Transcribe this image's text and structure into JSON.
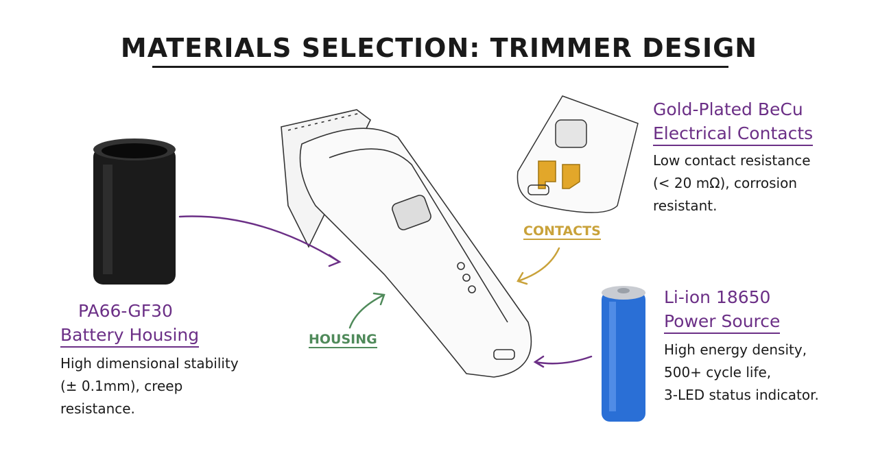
{
  "title": "MATERIALS SELECTION: TRIMMER DESIGN",
  "callouts": {
    "housing": {
      "heading_line1": "PA66-GF30",
      "heading_line2": "Battery Housing",
      "description": [
        "High dimensional stability",
        "(± 0.1mm), creep",
        "resistance."
      ]
    },
    "contacts": {
      "heading_line1": "Gold-Plated BeCu",
      "heading_line2": "Electrical Contacts",
      "description": [
        "Low contact resistance",
        "(< 20 mΩ), corrosion",
        "resistant."
      ]
    },
    "battery": {
      "heading_line1": "Li-ion 18650",
      "heading_line2": "Power Source",
      "description": [
        "High energy density,",
        "500+ cycle life,",
        "3-LED status indicator."
      ]
    }
  },
  "tags": {
    "housing": "HOUSING",
    "contacts": "CONTACTS"
  },
  "colors": {
    "heading": "#6b2f86",
    "housing_tag": "#4f8a5a",
    "contacts_tag": "#c9a23a",
    "battery": "#2a6fd6",
    "gold": "#e2a72a"
  }
}
